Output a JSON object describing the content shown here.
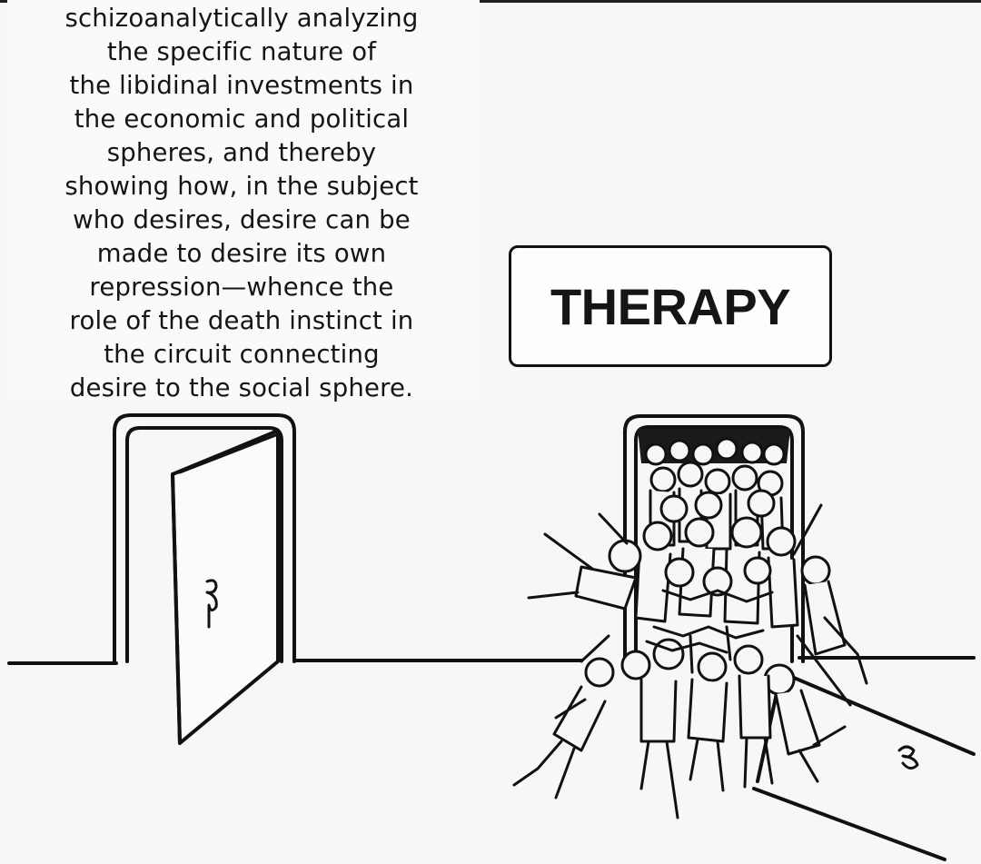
{
  "caption": {
    "lines": [
      "schizoanalytically analyzing",
      "the specific nature of",
      "the libidinal investments in",
      "the economic and political",
      "spheres, and thereby",
      "showing how, in the subject",
      "who desires, desire can be",
      "made to desire its own",
      "repression—whence the",
      "role of the death instinct in",
      "the circuit connecting",
      "desire to the social sphere."
    ]
  },
  "sign": {
    "label": "THERAPY"
  },
  "colors": {
    "ink": "#111111",
    "background": "#f7f7f7"
  }
}
